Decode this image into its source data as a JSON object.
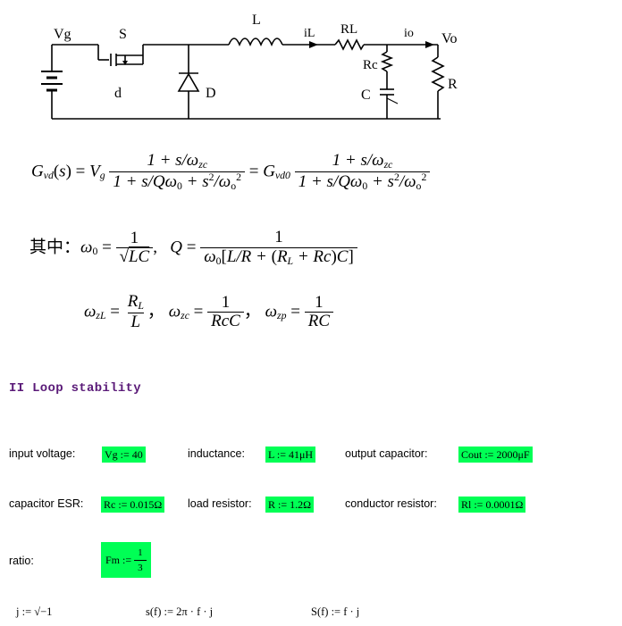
{
  "circuit": {
    "labels": {
      "vg": "Vg",
      "s": "S",
      "d": "d",
      "diode": "D",
      "l": "L",
      "il": "iL",
      "rl": "RL",
      "io": "io",
      "vo": "Vo",
      "rc": "Rc",
      "c": "C",
      "r": "R"
    }
  },
  "equations": {
    "prefix": "其中：",
    "comma": "，"
  },
  "section": {
    "title": "II Loop stability"
  },
  "params": {
    "input_voltage": {
      "label": "input voltage:",
      "value": "Vg := 40"
    },
    "inductance": {
      "label": "inductance:",
      "value": "L := 41μH"
    },
    "output_capacitor": {
      "label": "output capacitor:",
      "value": "Cout := 2000μF"
    },
    "capacitor_esr": {
      "label": "capacitor ESR:",
      "value": "Rc := 0.015Ω"
    },
    "load_resistor": {
      "label": "load resistor:",
      "value": "R := 1.2Ω"
    },
    "conductor_resistor": {
      "label": "conductor resistor:",
      "value": "Rl := 0.0001Ω"
    },
    "ratio": {
      "label": "ratio:",
      "name": "Fm :=",
      "num": "1",
      "den": "3"
    }
  },
  "defs": {
    "j": "j := √−1",
    "s": "s(f) := 2π · f · j",
    "S": "S(f) := f · j"
  }
}
